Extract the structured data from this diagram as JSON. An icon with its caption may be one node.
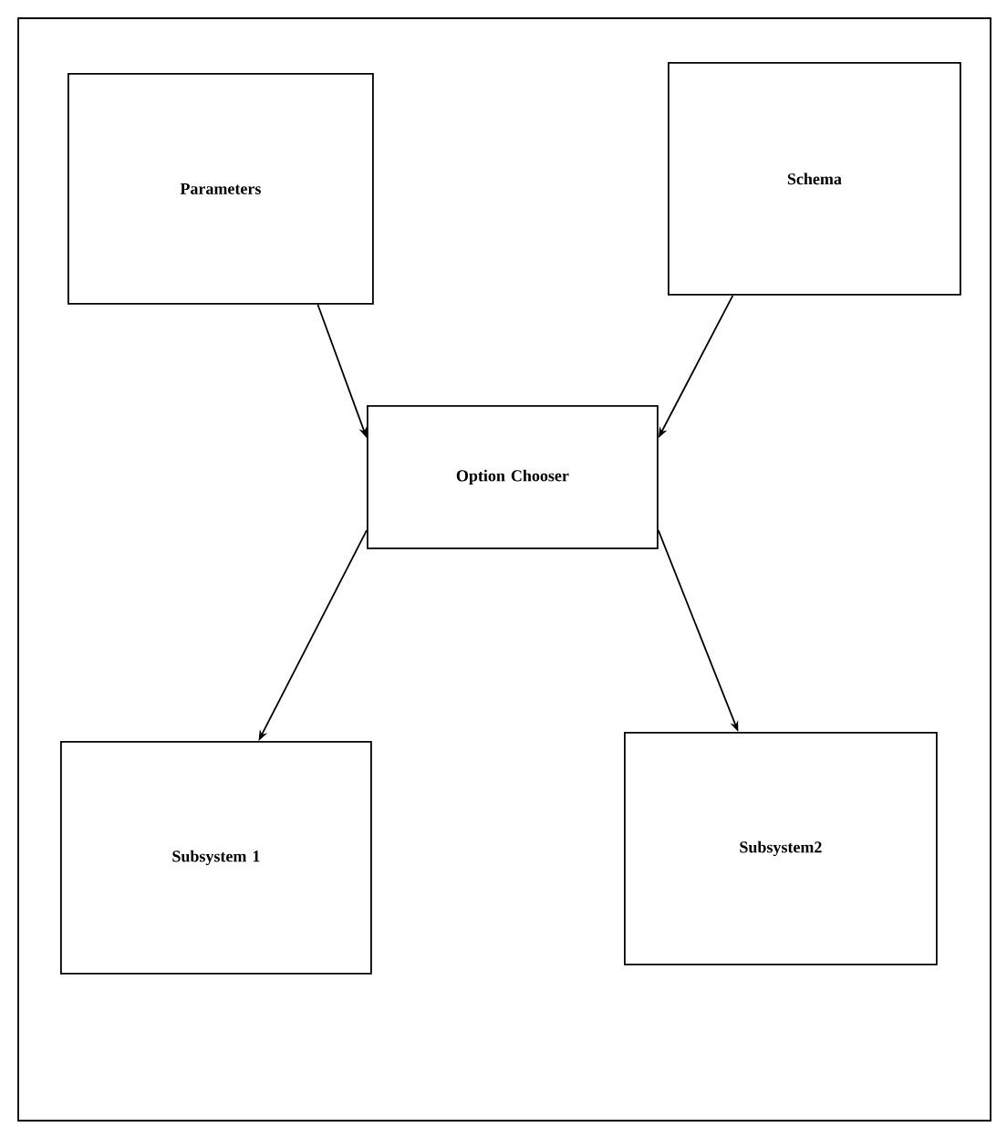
{
  "diagram": {
    "nodes": [
      {
        "text": [
          "Parameters"
        ]
      },
      {
        "text": [
          "Schema"
        ]
      },
      {
        "text": [
          "Option Chooser"
        ]
      },
      {
        "text": [
          "Subsystem 1"
        ]
      },
      {
        "text": [
          "Subsystem2"
        ]
      }
    ],
    "edges": [
      {
        "from": 0,
        "to": 2,
        "arrow": "to"
      },
      {
        "from": 1,
        "to": 2,
        "arrow": "to"
      },
      {
        "from": 2,
        "to": 3,
        "arrow": "to"
      },
      {
        "from": 2,
        "to": 4,
        "arrow": "to"
      }
    ]
  }
}
